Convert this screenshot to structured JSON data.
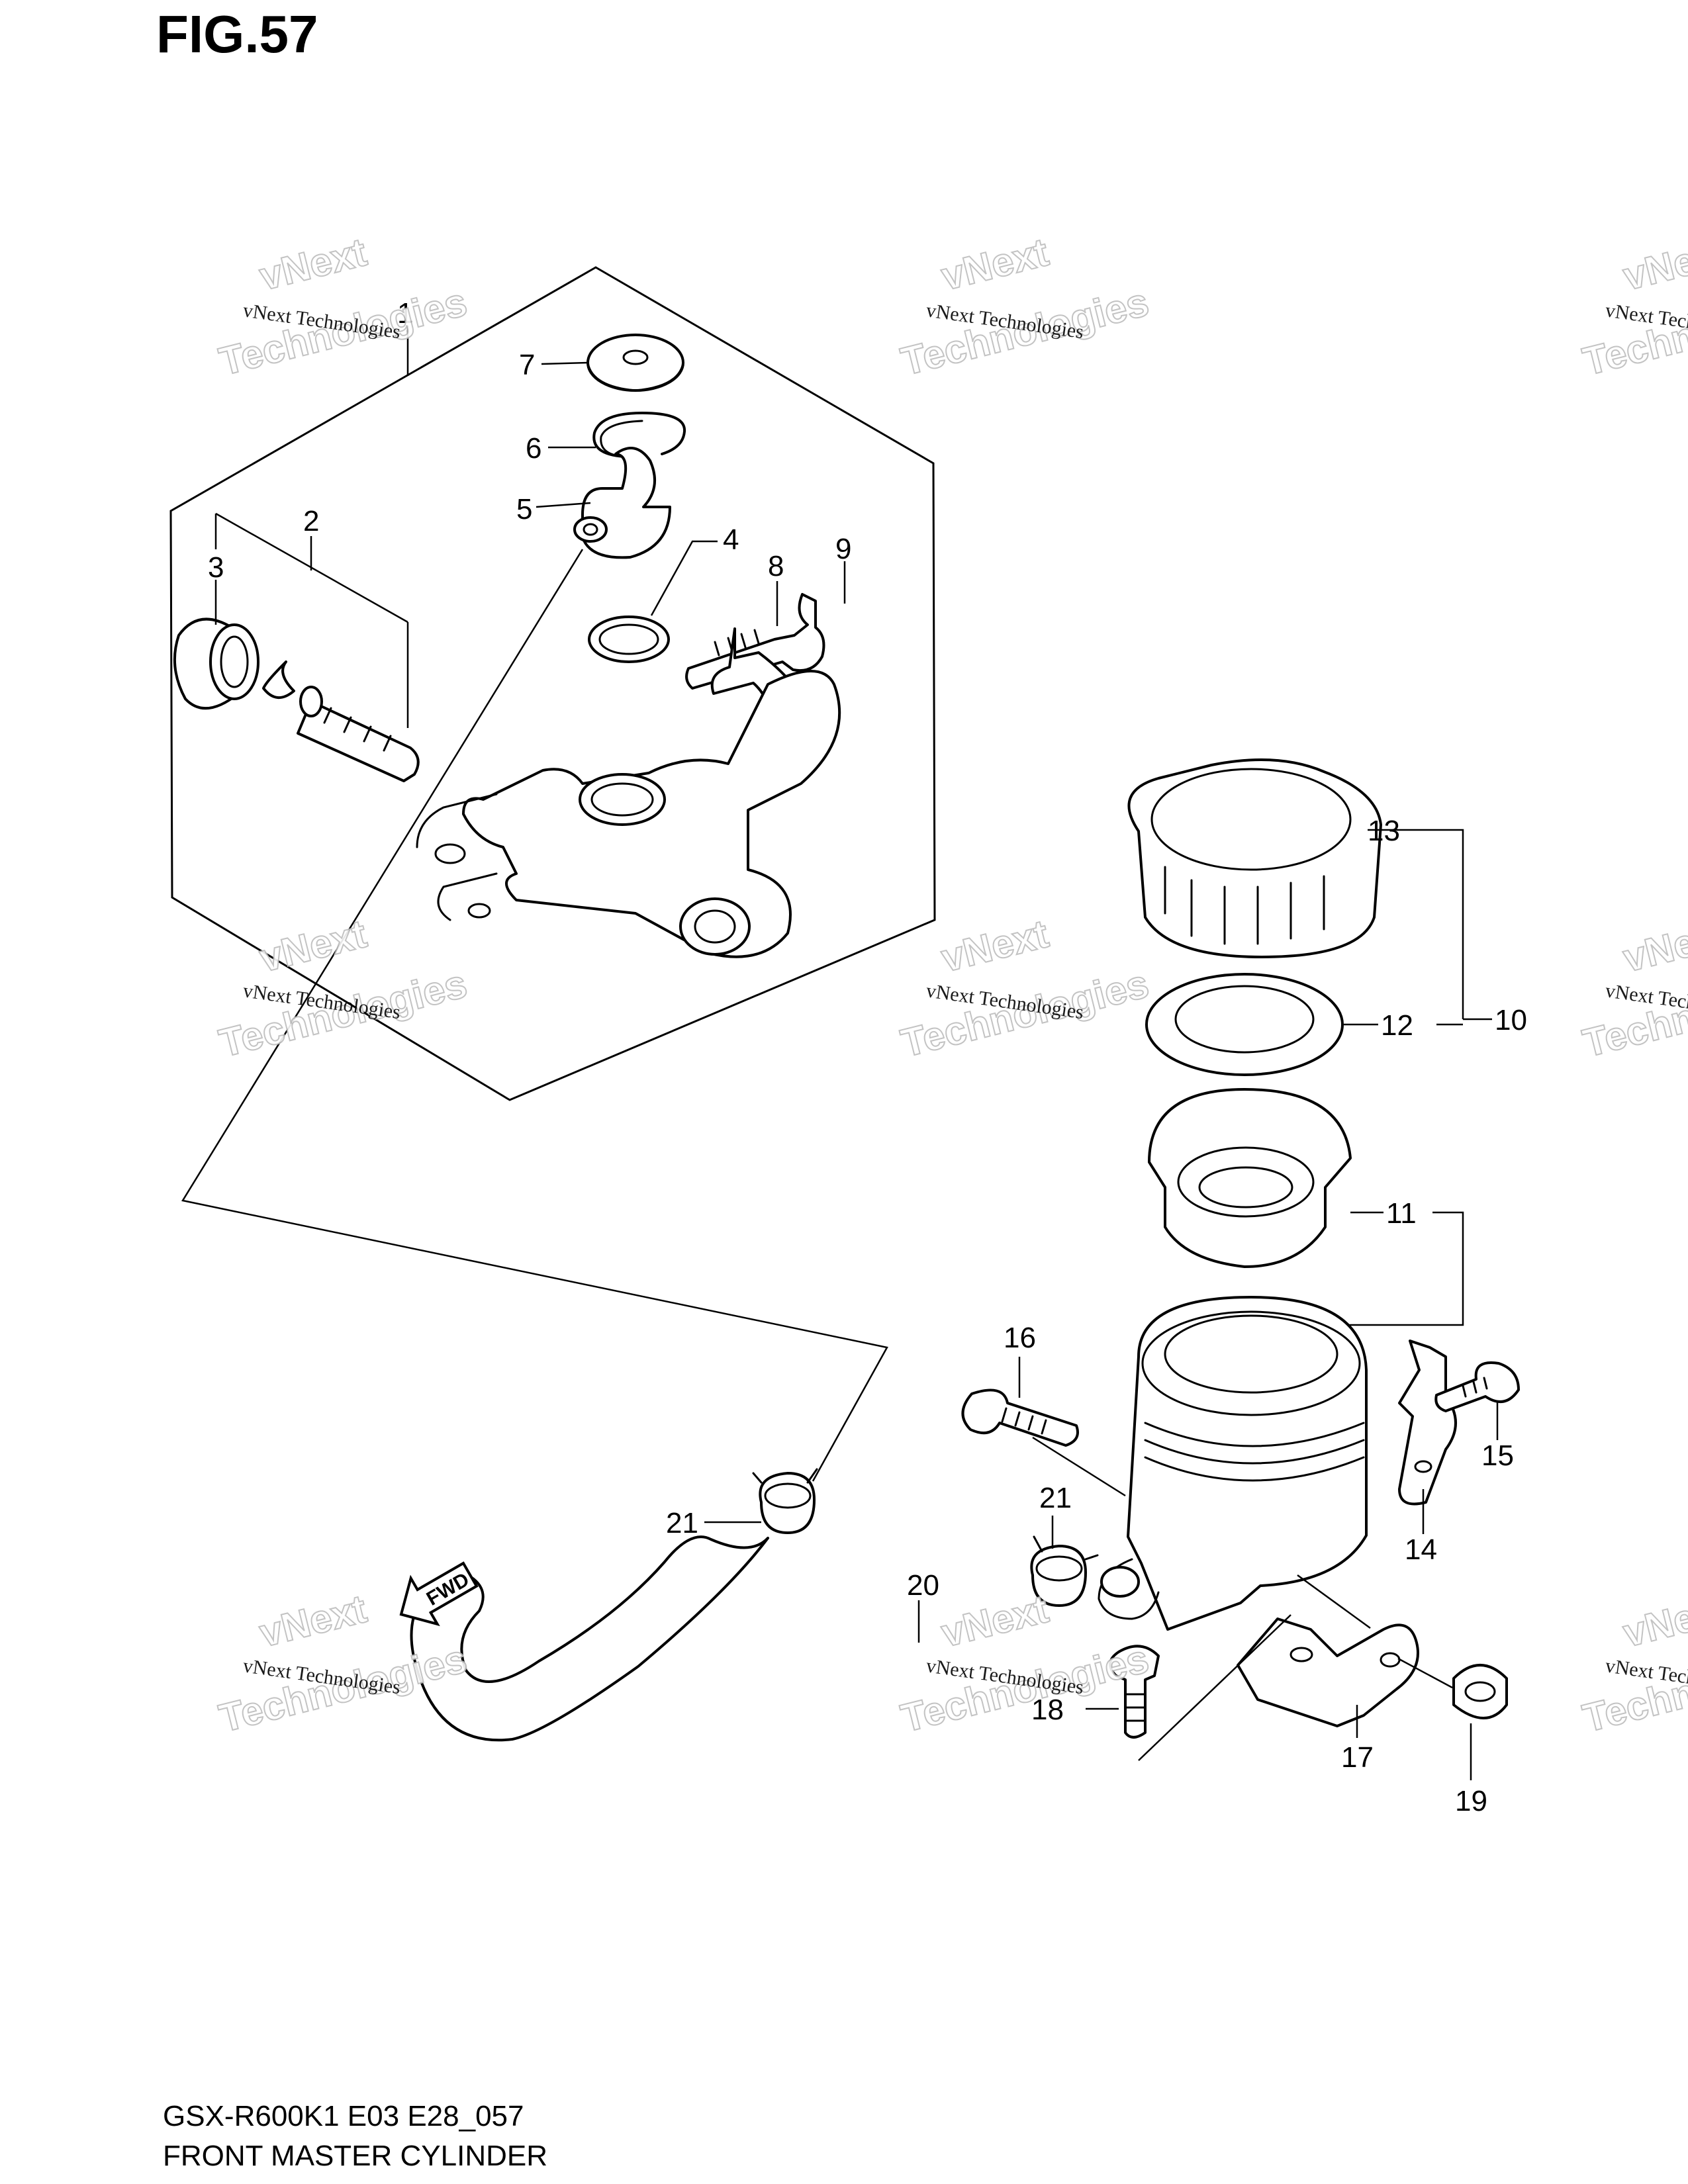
{
  "figure": {
    "title": "FIG.57",
    "model_code": "GSX-R600K1 E03 E28_057",
    "assembly_name": "FRONT MASTER CYLINDER"
  },
  "watermark": {
    "line1": "vNext",
    "line2": "vNext Technologies",
    "line3": "Technologies"
  },
  "fwd_label": "FWD",
  "callouts": {
    "c1": "1",
    "c2": "2",
    "c3": "3",
    "c4": "4",
    "c5": "5",
    "c6": "6",
    "c7": "7",
    "c8": "8",
    "c9": "9",
    "c10": "10",
    "c11": "11",
    "c12": "12",
    "c13": "13",
    "c14": "14",
    "c15": "15",
    "c16": "16",
    "c17": "17",
    "c18": "18",
    "c19": "19",
    "c20": "20",
    "c21a": "21",
    "c21b": "21"
  }
}
